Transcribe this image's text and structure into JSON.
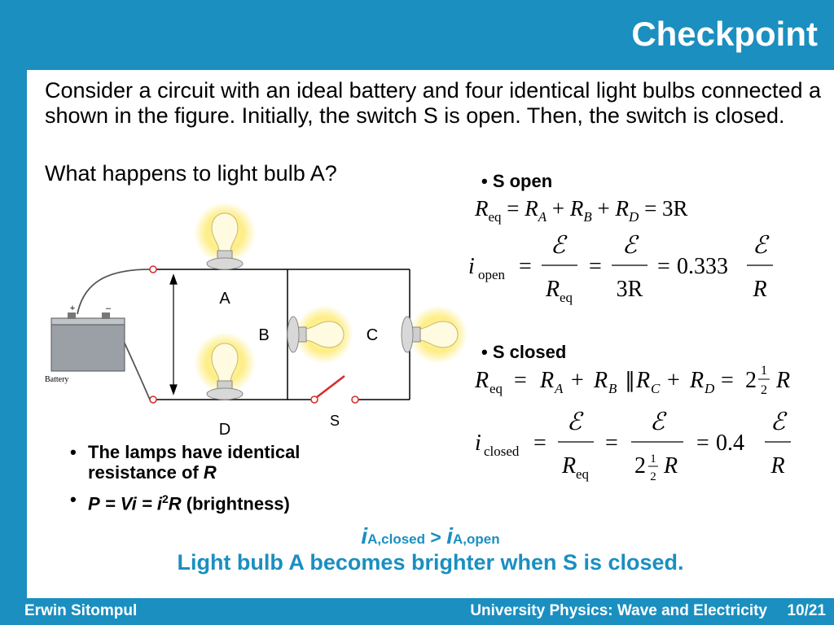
{
  "slide": {
    "title": "Checkpoint",
    "paragraph": "Consider a circuit with an ideal battery and four identical light bulbs connected a shown in the figure. Initially, the switch S is open. Then, the switch is closed.",
    "question": "What happens to light bulb A?"
  },
  "circuit": {
    "battery_label": "Battery",
    "plus": "+",
    "minus": "–",
    "bulb_labels": [
      "A",
      "B",
      "C",
      "D"
    ],
    "switch_label": "S"
  },
  "s_open": {
    "heading": "S open",
    "req_rhs": "3R",
    "i_sub": "open",
    "factor": "0.333"
  },
  "s_closed": {
    "heading": "S closed",
    "i_sub": "closed",
    "factor": "0.4",
    "parallel_symbol": "∥"
  },
  "symbols": {
    "R": "R",
    "eq": "eq",
    "emf": "ℰ",
    "i": "i",
    "sub_A": "A",
    "sub_B": "B",
    "sub_C": "C",
    "sub_D": "D",
    "eq_sign": "=",
    "plus": "+",
    "half_num": "1",
    "half_den": "2",
    "two": "2"
  },
  "notes": {
    "item1_text": "The lamps have identical resistance of",
    "item1_var": "R",
    "item2_P": "P",
    "item2_eq": "= Vi = i",
    "item2_sup": "2",
    "item2_R": "R",
    "item2_rest": "(brightness)"
  },
  "conclusion": {
    "i": "i",
    "closed_sub": "A,closed",
    "gt": ">",
    "open_sub": "A,open",
    "statement": "Light bulb A becomes brighter when S is closed."
  },
  "footer": {
    "author": "Erwin Sitompul",
    "course": "University Physics: Wave and Electricity",
    "page": "10/21"
  },
  "colors": {
    "accent": "#1a8fc0",
    "switch_red": "#d62a2a"
  }
}
